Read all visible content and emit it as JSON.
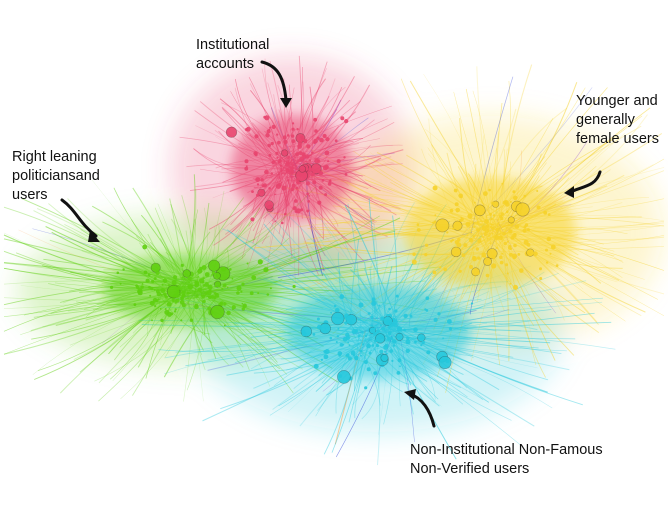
{
  "figure": {
    "background": "#ffffff",
    "clusters": [
      {
        "id": "institutional",
        "color": "#e8456e",
        "label_lines": [
          "Institutional",
          "accounts"
        ]
      },
      {
        "id": "right-leaning",
        "color": "#5fcf10",
        "label_lines": [
          "Right leaning",
          "politiciansand",
          "users"
        ]
      },
      {
        "id": "younger-female",
        "color": "#f5d22a",
        "label_lines": [
          "Younger and",
          "generally",
          "female users"
        ]
      },
      {
        "id": "non-institutional",
        "color": "#26c8dc",
        "label_lines": [
          "Non-Institutional Non-Famous",
          "Non-Verified users"
        ]
      }
    ],
    "accent_colors": [
      "#1a2fd6",
      "#8a3bd1",
      "#ff8a1f"
    ]
  }
}
